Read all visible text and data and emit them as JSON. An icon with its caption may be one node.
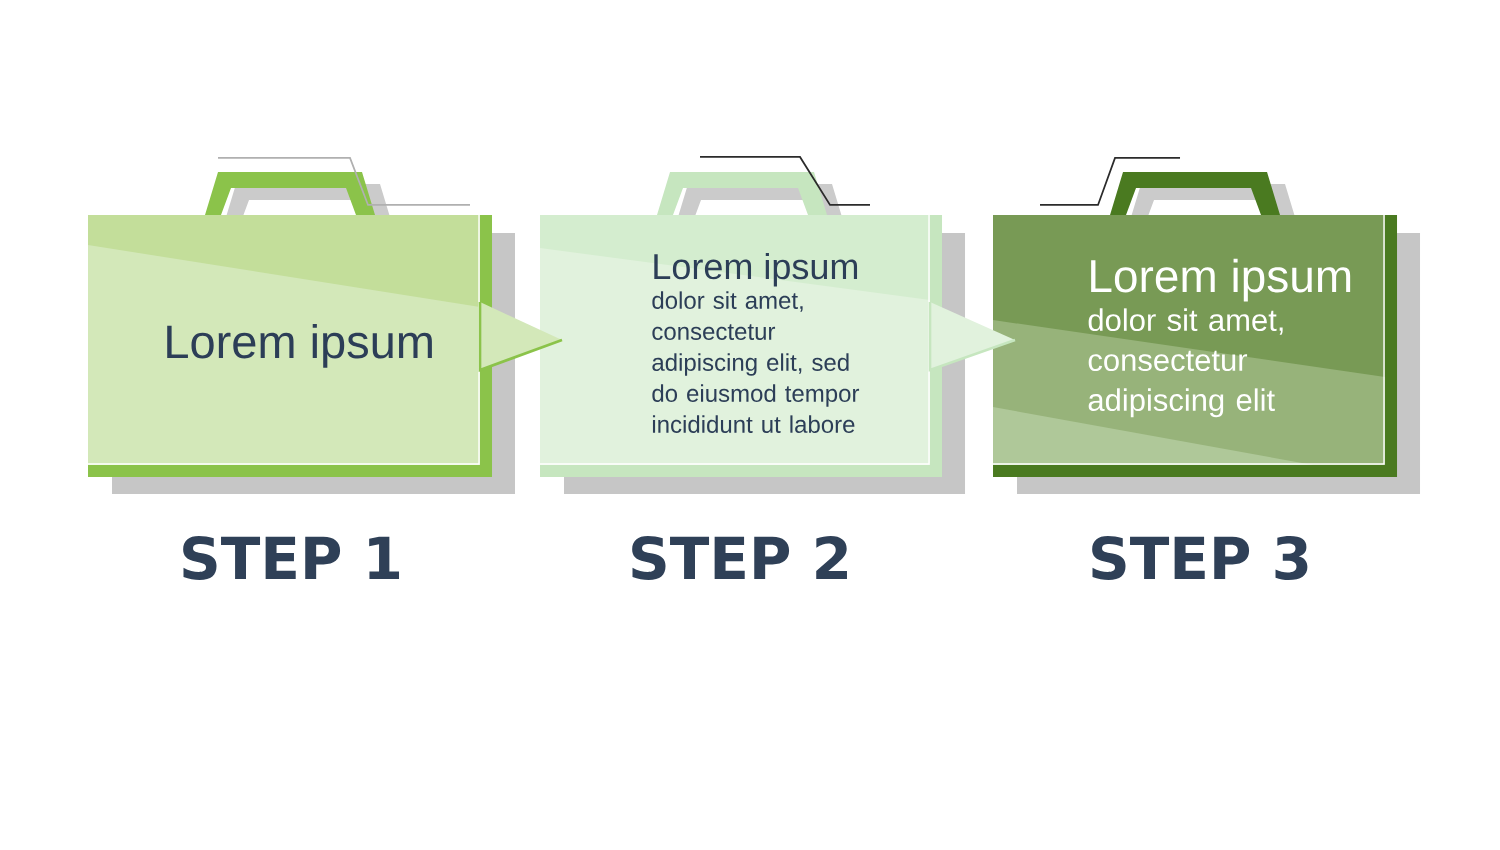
{
  "diagram": {
    "nodes": [
      {
        "text": [
          "Lorem ipsum"
        ],
        "beside": [
          "STEP 1"
        ]
      },
      {
        "text": [
          "Lorem ipsum",
          "dolor sit amet, consectetur adipiscing elit, sed do eiusmod tempor incididunt ut labore"
        ],
        "beside": [
          "STEP 2"
        ]
      },
      {
        "text": [
          "Lorem ipsum",
          "dolor sit amet, consectetur adipiscing elit"
        ],
        "beside": [
          "STEP 3"
        ]
      }
    ],
    "edges": [
      {
        "from": 0,
        "to": 1,
        "arrow": "to"
      },
      {
        "from": 1,
        "to": 2,
        "arrow": "to",
        "color": "#c6e6bf"
      }
    ]
  }
}
